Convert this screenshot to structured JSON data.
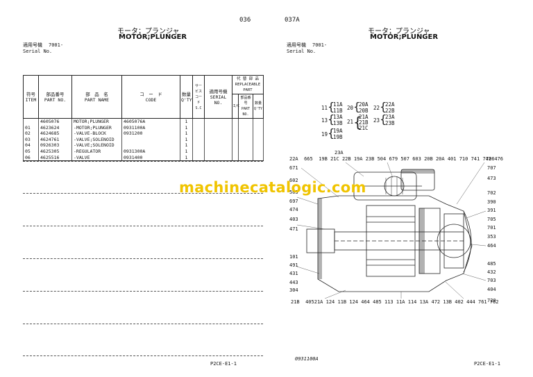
{
  "left_page": {
    "page_number": "036",
    "title_jp": "モータ；プランジャ",
    "title_en": "MOTOR;PLUNGER",
    "serial_label_jp": "適用号機",
    "serial_label_en": "Serial No.",
    "serial_value": "7001-",
    "footer_code": "P2CE-E1-1",
    "columns": {
      "item_jp": "符号",
      "item_en": "ITEM",
      "partno_jp": "部品番号",
      "partno_en": "PART NO.",
      "partname_jp": "部　品　名",
      "partname_en": "PART NAME",
      "code_jp": "コ　ー　ド",
      "code_en": "CODE",
      "qty_jp": "数量",
      "qty_en": "Q'TY",
      "sc_jp": "サービスコード",
      "sc_en": "S.C",
      "serial_jp": "適用号機",
      "serial_en": "SERIAL NO.",
      "replaceable_jp": "代 替 部 品",
      "replaceable_en": "REPLACEABLE PART",
      "ic_en": "I/C",
      "rep_partno_jp": "部品番号",
      "rep_partno_en": "PART NO.",
      "rep_qty_jp": "数量",
      "rep_qty_en": "Q'TY"
    },
    "rows": [
      {
        "item": "",
        "part_no": "4605076",
        "name": "MOTOR;PLUNGER",
        "code": "4605076A",
        "qty": "1"
      },
      {
        "item": "01",
        "part_no": "4623624",
        "name": "-MOTOR;PLUNGER",
        "code": "0931100A",
        "qty": "1"
      },
      {
        "item": "02",
        "part_no": "4624685",
        "name": "-VALVE-BLOCK",
        "code": "0931200",
        "qty": "1"
      },
      {
        "item": "03",
        "part_no": "4624761",
        "name": "-VALVE;SOLENOID",
        "code": "",
        "qty": "1"
      },
      {
        "item": "04",
        "part_no": "0926303",
        "name": "-VALVE;SOLENOID",
        "code": "",
        "qty": "1"
      },
      {
        "item": "05",
        "part_no": "4625305",
        "name": "-REGULATOR",
        "code": "0931300A",
        "qty": "1"
      },
      {
        "item": "06",
        "part_no": "4625516",
        "name": "-VALVE",
        "code": "0931400",
        "qty": "1"
      }
    ]
  },
  "right_page": {
    "page_number": "037A",
    "title_jp": "モータ；プランジャ",
    "title_en": "MOTOR;PLUNGER",
    "serial_label_jp": "適用号機",
    "serial_label_en": "Serial No.",
    "serial_value": "7001-",
    "drawing_code": "0931100A",
    "footer_code": "P2CE-E1-1",
    "groups": {
      "g11": {
        "head": "11",
        "items": [
          "11A",
          "11B"
        ]
      },
      "g20": {
        "head": "20",
        "items": [
          "20A",
          "20B"
        ]
      },
      "g22": {
        "head": "22",
        "items": [
          "22A",
          "22B"
        ]
      },
      "g13": {
        "head": "13",
        "items": [
          "13A",
          "13B"
        ]
      },
      "g21": {
        "head": "21",
        "items": [
          "21A",
          "21B",
          "21C"
        ]
      },
      "g23": {
        "head": "23",
        "items": [
          "23A",
          "23B"
        ]
      },
      "g19": {
        "head": "19",
        "items": [
          "19A",
          "19B"
        ]
      }
    },
    "callouts": {
      "top_23a": "23A",
      "top_row": [
        "22A",
        "665",
        "19B",
        "21C",
        "22B",
        "19A",
        "23B",
        "504",
        "679",
        "507",
        "603",
        "20B",
        "20A",
        "401",
        "710",
        "741",
        "742",
        "476",
        "706"
      ],
      "left_col": [
        "671",
        "602",
        "503",
        "697",
        "474",
        "403",
        "471",
        "101",
        "491",
        "431",
        "443",
        "304"
      ],
      "right_col": [
        "707",
        "473",
        "702",
        "390",
        "391",
        "705",
        "701",
        "353",
        "464",
        "485",
        "432",
        "703",
        "404",
        "720"
      ],
      "bottom_row": [
        "21B",
        "405",
        "21A",
        "124",
        "11B",
        "124",
        "464",
        "485",
        "113",
        "11A",
        "114",
        "13A",
        "472",
        "13B",
        "402",
        "444",
        "761",
        "762"
      ]
    }
  },
  "watermark": "machinecatalogic.com"
}
